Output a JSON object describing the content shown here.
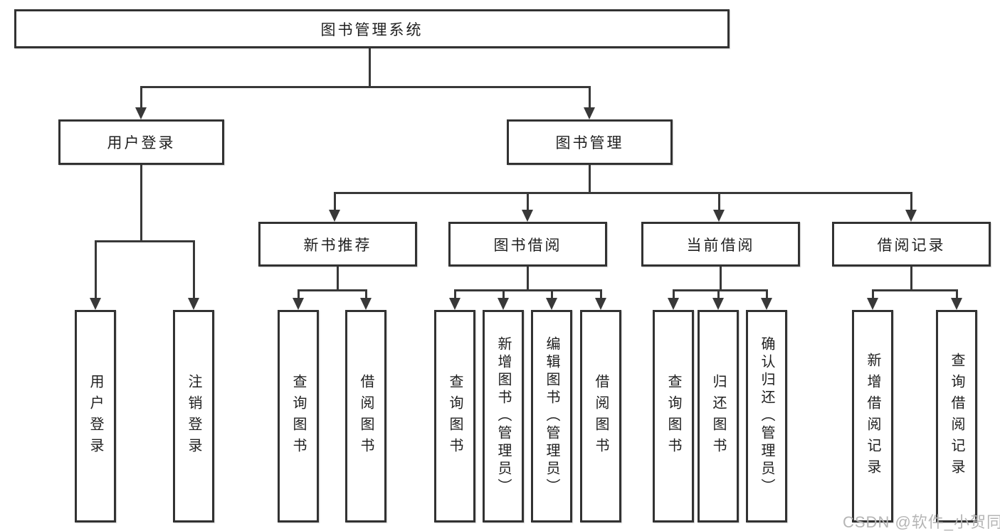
{
  "tree": {
    "root": "图书管理系统",
    "children": [
      {
        "label": "用户登录",
        "children": [
          {
            "label": "用户登录"
          },
          {
            "label": "注销登录"
          }
        ]
      },
      {
        "label": "图书管理",
        "children": [
          {
            "label": "新书推荐",
            "children": [
              {
                "label": "查询图书"
              },
              {
                "label": "借阅图书"
              }
            ]
          },
          {
            "label": "图书借阅",
            "children": [
              {
                "label": "查询图书"
              },
              {
                "label": "新增图书（管理员）"
              },
              {
                "label": "编辑图书（管理员）"
              },
              {
                "label": "借阅图书"
              }
            ]
          },
          {
            "label": "当前借阅",
            "children": [
              {
                "label": "查询图书"
              },
              {
                "label": "归还图书"
              },
              {
                "label": "确认归还（管理员）"
              }
            ]
          },
          {
            "label": "借阅记录",
            "children": [
              {
                "label": "新增借阅记录"
              },
              {
                "label": "查询借阅记录"
              }
            ]
          }
        ]
      }
    ]
  },
  "watermark": {
    "text": "CSDN @软件_小贺同学"
  },
  "colors": {
    "line": "#383838",
    "box_border": "#323232",
    "text": "#1f1f1f",
    "watermark": "#b5b5b5",
    "background": "#ffffff"
  }
}
